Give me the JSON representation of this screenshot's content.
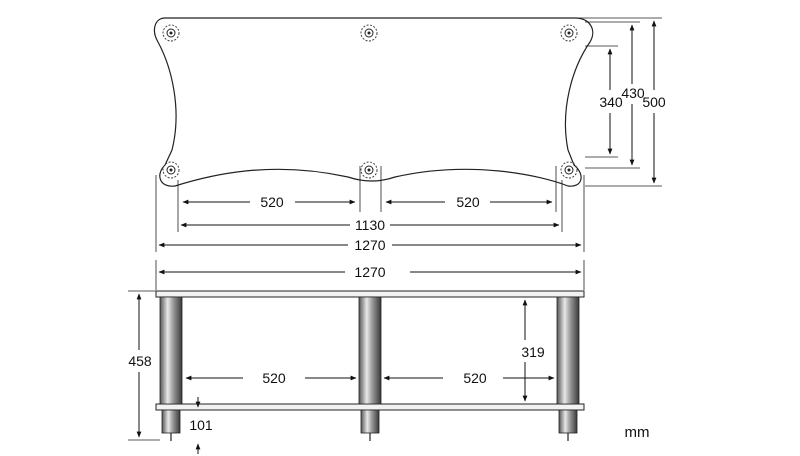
{
  "diagram": {
    "top_view": {
      "dim_left_span": "520",
      "dim_right_span": "520",
      "dim_inner_width": "1130",
      "dim_outer_width": "1270",
      "dim_post_depth": "340",
      "dim_inner_depth": "430",
      "dim_outer_depth": "500"
    },
    "front_view": {
      "dim_overall_width": "1270",
      "dim_total_height": "458",
      "dim_shelf_gap": "319",
      "dim_left_span": "520",
      "dim_right_span": "520",
      "dim_foot_height": "101"
    },
    "units": "mm"
  }
}
